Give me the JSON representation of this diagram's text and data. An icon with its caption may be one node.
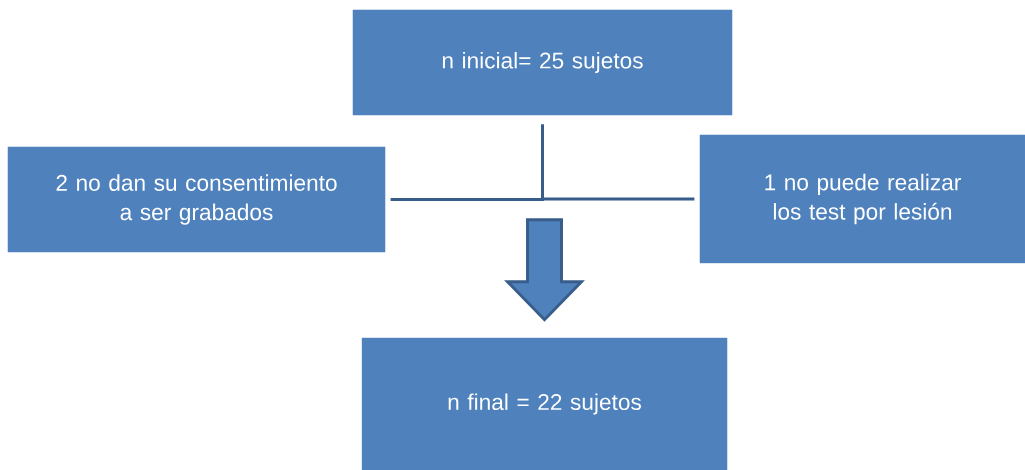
{
  "diagram": {
    "nodes": [
      {
        "text": [
          "n inicial= 25 sujetos"
        ]
      },
      {
        "text": [
          "2 no dan su consentimiento a ser grabados"
        ]
      },
      {
        "text": [
          "1 no puede realizar los test por lesión"
        ]
      },
      {
        "text": [
          "n final = 22 sujetos"
        ]
      }
    ],
    "edges": [
      {
        "from": 0,
        "to": 1,
        "arrow": "none"
      },
      {
        "from": 0,
        "to": 2,
        "arrow": "none"
      },
      {
        "from": null,
        "to": 3,
        "arrow": "to",
        "style": "thick"
      }
    ]
  }
}
